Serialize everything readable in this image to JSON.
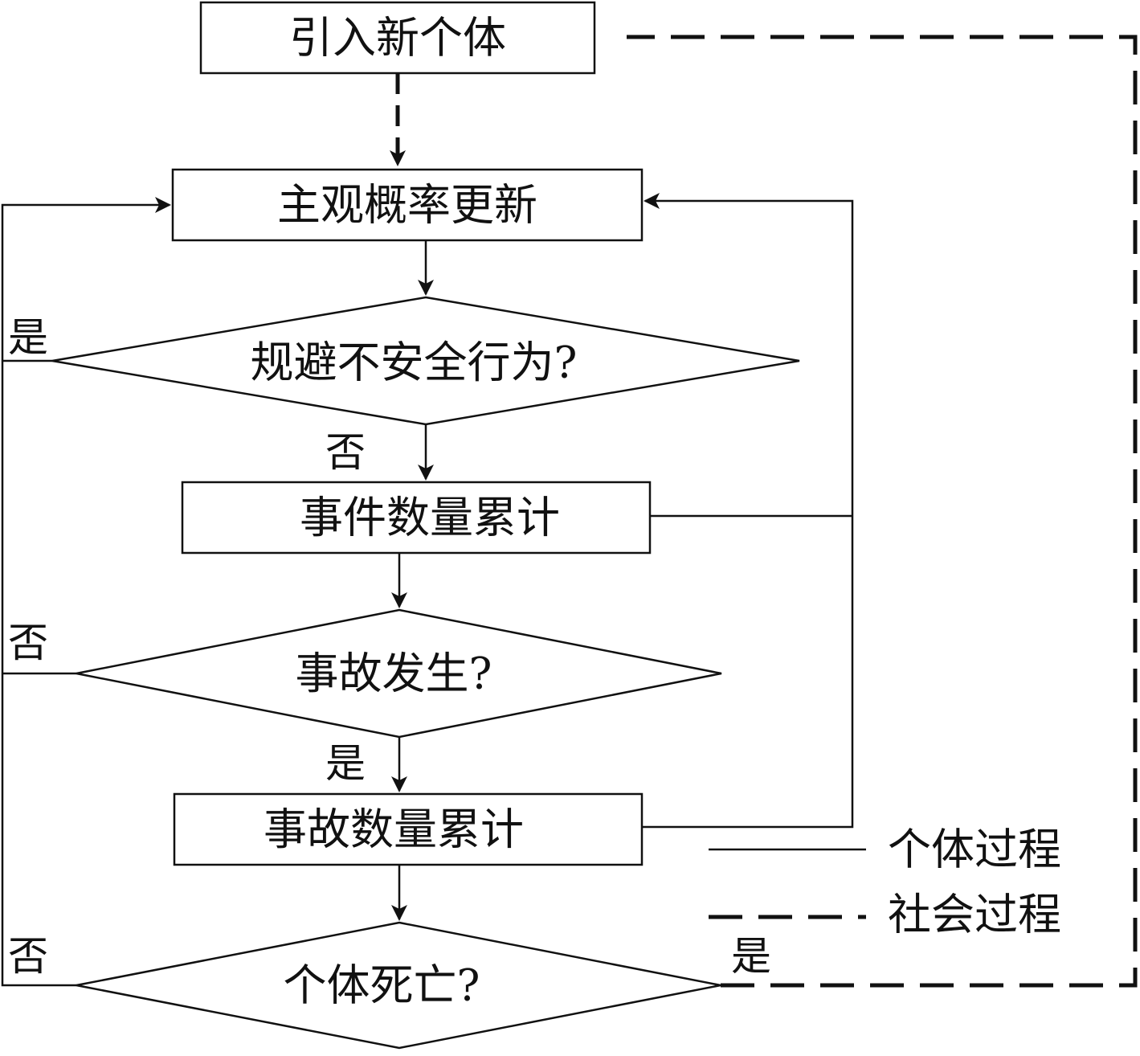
{
  "nodes": {
    "introduce": "引入新个体",
    "update": "主观概率更新",
    "avoid": "规避不安全行为?",
    "event_count": "事件数量累计",
    "accident": "事故发生?",
    "accident_count": "事故数量累计",
    "death": "个体死亡?"
  },
  "edge_labels": {
    "avoid_yes": "是",
    "avoid_no": "否",
    "accident_no": "否",
    "accident_yes": "是",
    "death_no": "否",
    "death_yes": "是"
  },
  "legend": {
    "individual": "个体过程",
    "social": "社会过程"
  }
}
